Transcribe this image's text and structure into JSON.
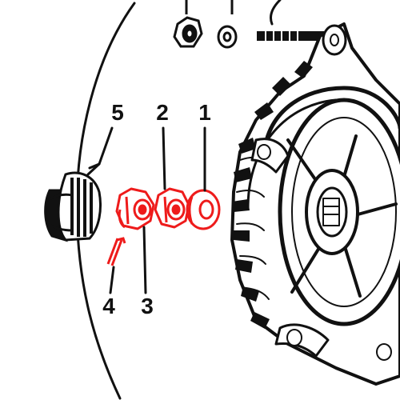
{
  "diagram": {
    "colors": {
      "ink": "#111111",
      "highlight": "#ee1b1b",
      "paper": "#ffffff"
    },
    "callouts": [
      {
        "id": "1",
        "label": "1",
        "highlighted": true
      },
      {
        "id": "2",
        "label": "2",
        "highlighted": true
      },
      {
        "id": "3",
        "label": "3",
        "highlighted": true
      },
      {
        "id": "4",
        "label": "4",
        "highlighted": true
      },
      {
        "id": "5",
        "label": "5",
        "highlighted": false
      }
    ]
  }
}
